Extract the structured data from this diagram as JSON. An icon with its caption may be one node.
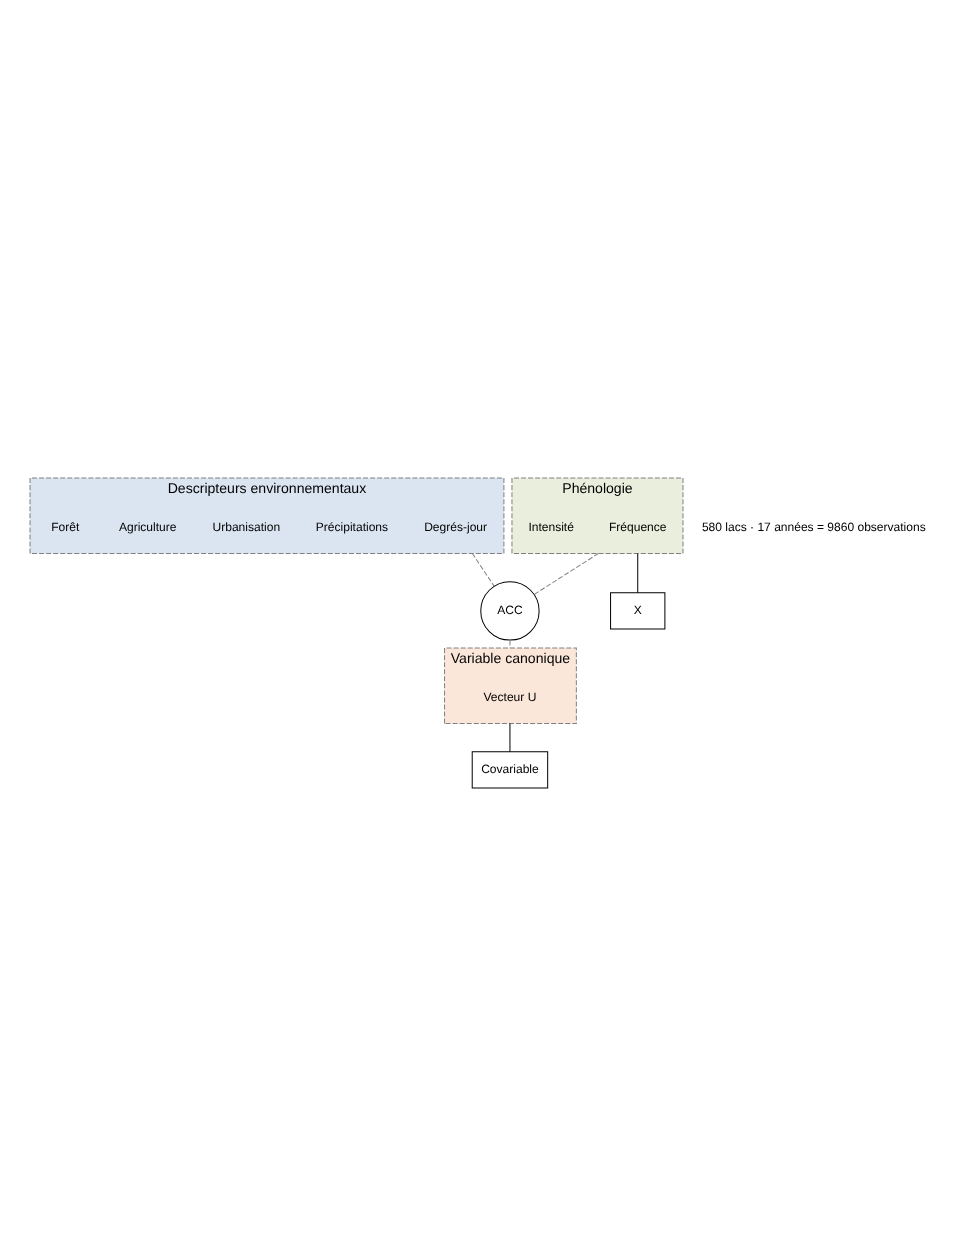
{
  "diagram": {
    "nodes": [
      {
        "text": [
          "Phénologie"
        ]
      },
      {
        "text": [
          "Fréquence"
        ],
        "in": 0
      },
      {
        "text": [
          "Intensité"
        ],
        "in": 0
      },
      {
        "text": [
          "Descripteurs environnementaux"
        ]
      },
      {
        "text": [
          "Degrés-jour"
        ],
        "in": 3
      },
      {
        "text": [
          "Précipitations"
        ],
        "in": 3
      },
      {
        "text": [
          "Urbanisation"
        ],
        "in": 3
      },
      {
        "text": [
          "Agriculture"
        ],
        "in": 3
      },
      {
        "text": [
          "Forêt"
        ],
        "in": 3
      },
      {
        "text": [
          "ACC"
        ]
      },
      {
        "text": [
          "Variable canonique"
        ]
      },
      {
        "text": [
          "Vecteur U"
        ],
        "in": 10
      },
      {
        "text": [
          "X"
        ]
      },
      {
        "text": [
          "Covariable"
        ]
      }
    ],
    "edges": [
      {
        "from": 0,
        "to": 9,
        "arrow": "none",
        "style": "dashed",
        "color": "#808080"
      },
      {
        "from": 3,
        "to": 9,
        "arrow": "none",
        "style": "dashed",
        "color": "#808080"
      },
      {
        "from": 9,
        "to": 10,
        "arrow": "none",
        "style": "dashed",
        "color": "#808080"
      },
      {
        "from": 0,
        "to": 12,
        "arrow": "none",
        "color": "#000000"
      },
      {
        "from": 10,
        "to": 13,
        "arrow": "none",
        "color": "#000000"
      }
    ],
    "labels": [
      "580 lacs · 17 années = 9860 observations"
    ]
  }
}
